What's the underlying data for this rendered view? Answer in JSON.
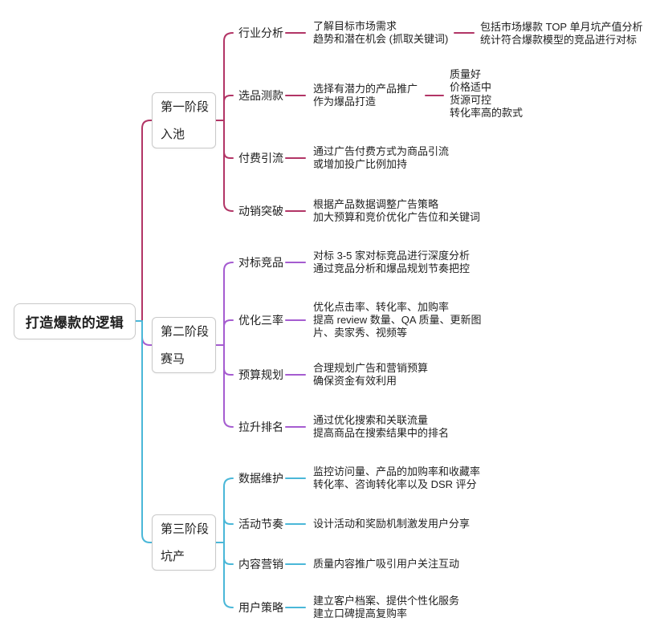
{
  "root": {
    "title": "打造爆款的逻辑"
  },
  "colors": {
    "stage1": "#b23566",
    "stage2": "#a55cd0",
    "stage3": "#4ab7d8"
  },
  "stages": [
    {
      "name": "第一阶段",
      "subtitle": "入池",
      "items": [
        {
          "keyword": "行业分析",
          "detail": "了解目标市场需求\n趋势和潜在机会 (抓取关键词)",
          "note": "包括市场爆款 TOP 单月坑产值分析\n统计符合爆款模型的竞品进行对标"
        },
        {
          "keyword": "选品测款",
          "detail": "选择有潜力的产品推广\n作为爆品打造",
          "note": "质量好\n价格适中\n货源可控\n转化率高的款式"
        },
        {
          "keyword": "付费引流",
          "detail": "通过广告付费方式为商品引流\n或增加投广比例加持"
        },
        {
          "keyword": "动销突破",
          "detail": "根据产品数据调整广告策略\n加大预算和竞价优化广告位和关键词"
        }
      ]
    },
    {
      "name": "第二阶段",
      "subtitle": "赛马",
      "items": [
        {
          "keyword": "对标竞品",
          "detail": "对标 3-5 家对标竞品进行深度分析\n通过竞品分析和爆品规划节奏把控"
        },
        {
          "keyword": "优化三率",
          "detail": "优化点击率、转化率、加购率\n提高 review 数量、QA 质量、更新图\n片、卖家秀、视频等"
        },
        {
          "keyword": "预算规划",
          "detail": "合理规划广告和营销预算\n确保资金有效利用"
        },
        {
          "keyword": "拉升排名",
          "detail": "通过优化搜索和关联流量\n提高商品在搜索结果中的排名"
        }
      ]
    },
    {
      "name": "第三阶段",
      "subtitle": "坑产",
      "items": [
        {
          "keyword": "数据维护",
          "detail": "监控访问量、产品的加购率和收藏率\n转化率、咨询转化率以及 DSR 评分"
        },
        {
          "keyword": "活动节奏",
          "detail": "设计活动和奖励机制激发用户分享"
        },
        {
          "keyword": "内容营销",
          "detail": "质量内容推广吸引用户关注互动"
        },
        {
          "keyword": "用户策略",
          "detail": "建立客户档案、提供个性化服务\n建立口碑提高复购率"
        }
      ]
    }
  ]
}
